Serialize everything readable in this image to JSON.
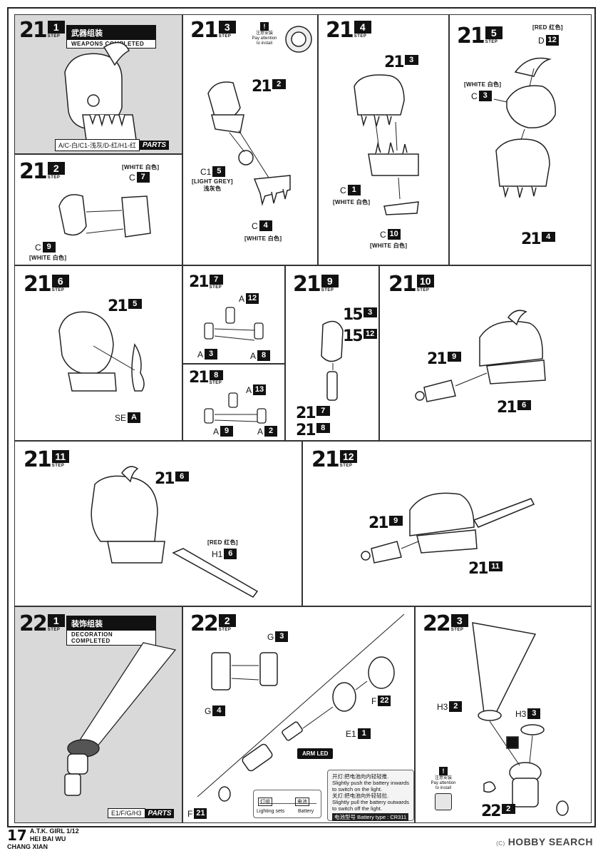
{
  "steps": {
    "s1": {
      "big": "21",
      "num": "1",
      "label": "STEP",
      "title_cn": "武器组装",
      "title_en": "WEAPONS COMPLETED",
      "parts": "A/C-白/C1-浅灰/D-红/H1-红",
      "parts_label": "PARTS"
    },
    "s2": {
      "big": "21",
      "num": "2",
      "label": "STEP"
    },
    "s3": {
      "big": "21",
      "num": "3",
      "label": "STEP",
      "note_cn": "注意安装",
      "note_en1": "Pay attention",
      "note_en2": "to install"
    },
    "s4": {
      "big": "21",
      "num": "4",
      "label": "STEP"
    },
    "s5": {
      "big": "21",
      "num": "5",
      "label": "STEP"
    },
    "s6": {
      "big": "21",
      "num": "6",
      "label": "STEP"
    },
    "s7": {
      "big": "21",
      "num": "7",
      "label": "STEP"
    },
    "s8": {
      "big": "21",
      "num": "8",
      "label": "STEP"
    },
    "s9": {
      "big": "21",
      "num": "9",
      "label": "STEP"
    },
    "s10": {
      "big": "21",
      "num": "10",
      "label": "STEP"
    },
    "s11": {
      "big": "21",
      "num": "11",
      "label": "STEP"
    },
    "s12": {
      "big": "21",
      "num": "12",
      "label": "STEP"
    },
    "d1": {
      "big": "22",
      "num": "1",
      "label": "STEP",
      "title_cn": "装饰组装",
      "title_en": "DECORATION COMPLETED",
      "parts": "E1/F/G/H3",
      "parts_label": "PARTS"
    },
    "d2": {
      "big": "22",
      "num": "2",
      "label": "STEP"
    },
    "d3": {
      "big": "22",
      "num": "3",
      "label": "STEP"
    }
  },
  "refs": {
    "r212": {
      "big": "21",
      "num": "2"
    },
    "r213": {
      "big": "21",
      "num": "3"
    },
    "r214": {
      "big": "21",
      "num": "4"
    },
    "r215": {
      "big": "21",
      "num": "5"
    },
    "r219": {
      "big": "21",
      "num": "9"
    },
    "r216": {
      "big": "21",
      "num": "6"
    },
    "r153": {
      "big": "15",
      "num": "3"
    },
    "r1512": {
      "big": "15",
      "num": "12"
    },
    "r217": {
      "big": "21",
      "num": "7"
    },
    "r218": {
      "big": "21",
      "num": "8"
    },
    "r216b": {
      "big": "21",
      "num": "6"
    },
    "r219b": {
      "big": "21",
      "num": "9"
    },
    "r2111": {
      "big": "21",
      "num": "11"
    },
    "r222": {
      "big": "22",
      "num": "2"
    }
  },
  "colors": {
    "white": "[WHITE 白色]",
    "light_grey_en": "[LIGHT GREY]",
    "light_grey_cn": "浅灰色",
    "red": "[RED 红色]"
  },
  "parts": {
    "p2_c7": {
      "letter": "C",
      "n": "7"
    },
    "p2_c9": {
      "letter": "C",
      "n": "9"
    },
    "p3_c15": {
      "letter": "C1",
      "n": "5"
    },
    "p3_c4": {
      "letter": "C",
      "n": "4"
    },
    "p4_c1": {
      "letter": "C",
      "n": "1"
    },
    "p4_c10": {
      "letter": "C",
      "n": "10"
    },
    "p5_d12": {
      "letter": "D",
      "n": "12"
    },
    "p5_c3": {
      "letter": "C",
      "n": "3"
    },
    "p6_sea": {
      "letter": "SE",
      "n": "A"
    },
    "p7_a12": {
      "letter": "A",
      "n": "12"
    },
    "p7_a3": {
      "letter": "A",
      "n": "3"
    },
    "p7_a8": {
      "letter": "A",
      "n": "8"
    },
    "p8_a13": {
      "letter": "A",
      "n": "13"
    },
    "p8_a9": {
      "letter": "A",
      "n": "9"
    },
    "p8_a2": {
      "letter": "A",
      "n": "2"
    },
    "p11_h16": {
      "letter": "H1",
      "n": "6"
    },
    "d2_g3": {
      "letter": "G",
      "n": "3"
    },
    "d2_g4": {
      "letter": "G",
      "n": "4"
    },
    "d2_f22": {
      "letter": "F",
      "n": "22"
    },
    "d2_e11": {
      "letter": "E1",
      "n": "1"
    },
    "d2_f21": {
      "letter": "F",
      "n": "21"
    },
    "d3_h32": {
      "letter": "H3",
      "n": "2"
    },
    "d3_h33": {
      "letter": "H3",
      "n": "3"
    }
  },
  "led": "ARM LED",
  "battery": {
    "l1": "开灯:把电池向内轻轻推.",
    "l2": "Slightly push the battery inwards",
    "l3": "to switch on the light.",
    "l4": "关灯:把电池向外轻轻拉.",
    "l5": "Slightly pull the battery outwards",
    "l6": "to switch off the light.",
    "type_label": "电池型号 Battery type : CR311"
  },
  "lighting": {
    "cn1": "灯组",
    "cn2": "电池",
    "en1": "Lighting sets",
    "en2": "Battery"
  },
  "d3_note": {
    "cn": "注意安装",
    "en1": "Pay attention",
    "en2": "to install"
  },
  "footer": {
    "page": "17",
    "line1": "A.T.K. GIRL 1/12",
    "line2": "HEI BAI WU CHANG XIAN"
  },
  "watermark": {
    "tm": "(C)",
    "text": "HOBBY SEARCH"
  }
}
